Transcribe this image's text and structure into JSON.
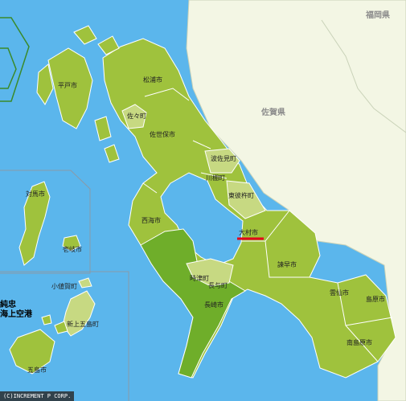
{
  "prefectures": {
    "fukuoka": "福岡県",
    "saga": "佐賀県"
  },
  "cities": {
    "hirado": "平戸市",
    "matsuura": "松浦市",
    "saza": "佐々町",
    "sasebo": "佐世保市",
    "hasami": "波佐見町",
    "kawatana": "川棚町",
    "higashisonogi": "東彼杵町",
    "saikai": "西海市",
    "omura": "大村市",
    "isahaya": "諫早市",
    "togitsu": "時津町",
    "nagayo": "長与町",
    "nagasaki": "長崎市",
    "unzen": "雲仙市",
    "shimabara": "島原市",
    "minamishimabara": "南島原市",
    "tsushima": "対馬市",
    "iki": "壱岐市",
    "ojika": "小値賀町",
    "shinkamigoto": "新上五島町",
    "goto": "五島市"
  },
  "annotation": {
    "line1": "純忠",
    "line2": "海上空港"
  },
  "copyright": "(C)INCREMENT P CORP.",
  "colors": {
    "sea": "#5bb6ec",
    "land_other": "#f3f6e4",
    "nagasaki_land": "#9fc23d",
    "nagasaki_dark": "#6fae2a",
    "nagasaki_light": "#c7d982",
    "highlight": "#e2001a",
    "arrow": "#3a8a2a"
  }
}
